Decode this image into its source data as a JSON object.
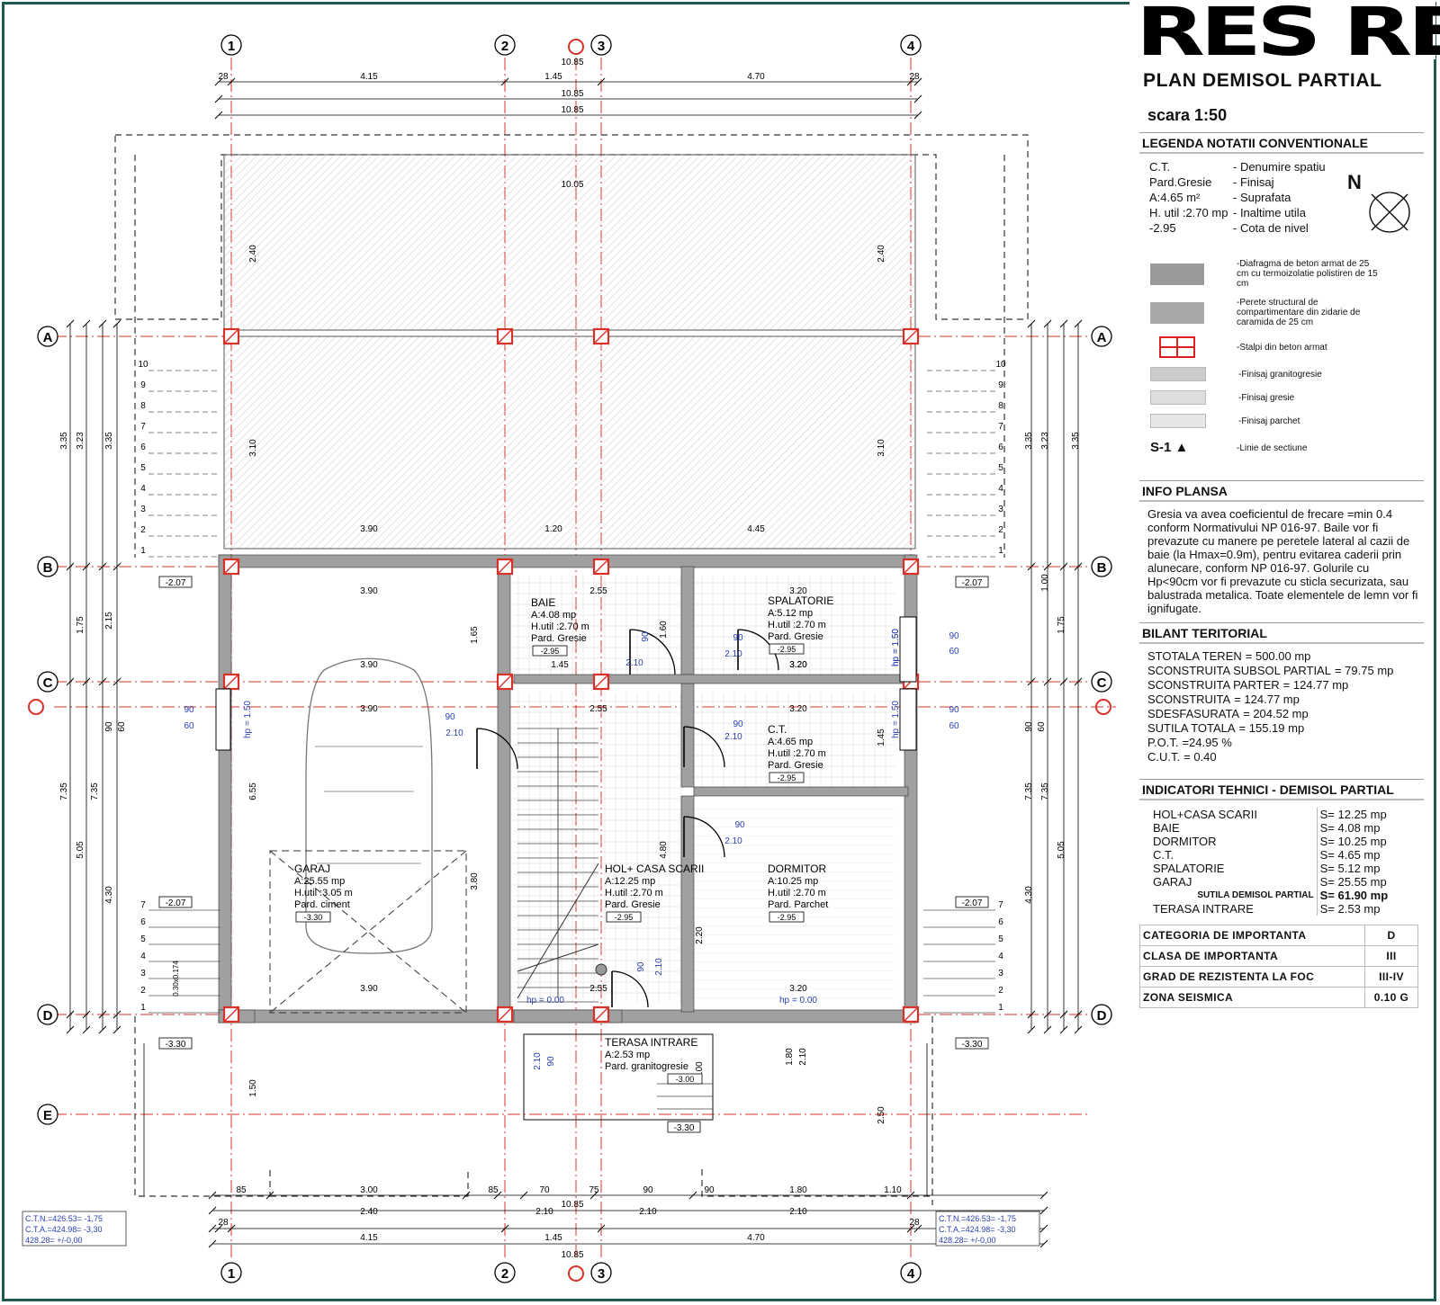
{
  "sheet": {
    "brand": "RES REI",
    "title": "PLAN DEMISOL PARTIAL",
    "scale": "scara 1:50",
    "legend_title": "LEGENDA NOTATII CONVENTIONALE",
    "legend_rows": [
      {
        "k": "C.T.",
        "v": "- Denumire spatiu"
      },
      {
        "k": "Pard.Gresie",
        "v": "- Finisaj"
      },
      {
        "k": "A:4.65 m²",
        "v": "- Suprafata"
      },
      {
        "k": "H. util :2.70 mp",
        "v": "- Inaltime utila"
      },
      {
        "k": "-2.95",
        "v": "- Cota de nivel"
      }
    ],
    "north": "N",
    "legend_symbols": [
      {
        "label": "-Diafragma de beton armat de 25 cm cu termoizolatie polistiren de 15 cm",
        "color": "#9a9a9a"
      },
      {
        "label": "-Perete structural de compartimentare din zidarie de caramida de 25 cm",
        "color": "#a8a8a8"
      },
      {
        "label": "-Stalpi din beton armat",
        "color": "#e02020"
      },
      {
        "label": "-Finisaj granitogresie",
        "color": "#cccccc"
      },
      {
        "label": "-Finisaj gresie",
        "color": "#dddddd"
      },
      {
        "label": "-Finisaj parchet",
        "color": "#e6e6e6"
      },
      {
        "label": "-Linie de sectiune",
        "color": "#000000",
        "tag": "S-1"
      }
    ],
    "info_title": "INFO PLANSA",
    "info_text": "Gresia va avea coeficientul de frecare =min 0.4 conform Normativului NP 016-97. Baile vor fi prevazute cu manere pe peretele lateral al cazii de baie (la Hmax=0.9m), pentru evitarea caderii prin alunecare, conform NP 016-97. Golurile cu Hp<90cm vor fi prevazute cu sticla securizata, sau balustrada metalica. Toate elementele de lemn vor fi ignifugate.",
    "bilant_title": "BILANT TERITORIAL",
    "bilant": [
      {
        "k": "STOTALA TEREN",
        "v": "= 500.00 mp"
      },
      {
        "k": "SCONSTRUITA SUBSOL PARTIAL",
        "v": "= 79.75 mp"
      },
      {
        "k": "SCONSTRUITA PARTER",
        "v": "= 124.77 mp"
      },
      {
        "k": "SCONSTRUITA",
        "v": "= 124.77 mp"
      },
      {
        "k": "SDESFASURATA",
        "v": "= 204.52 mp"
      },
      {
        "k": "SUTILA TOTALA",
        "v": "= 155.19 mp"
      },
      {
        "k": "P.O.T.",
        "v": "=24.95 %"
      },
      {
        "k": "C.U.T.",
        "v": "= 0.40"
      }
    ],
    "indicatori_title": "INDICATORI TEHNICI - DEMISOL PARTIAL",
    "indicatori": [
      {
        "k": "HOL+CASA SCARII",
        "v": "S= 12.25 mp"
      },
      {
        "k": "BAIE",
        "v": "S= 4.08 mp"
      },
      {
        "k": "DORMITOR",
        "v": "S= 10.25 mp"
      },
      {
        "k": "C.T.",
        "v": "S= 4.65 mp"
      },
      {
        "k": "SPALATORIE",
        "v": "S= 5.12 mp"
      },
      {
        "k": "GARAJ",
        "v": "S= 25.55 mp"
      },
      {
        "k": "SUTILA DEMISOL PARTIAL",
        "v": "S= 61.90 mp",
        "total": true
      },
      {
        "k": "TERASA INTRARE",
        "v": "S= 2.53 mp"
      }
    ],
    "categorii": [
      {
        "k": "CATEGORIA DE IMPORTANTA",
        "v": "D"
      },
      {
        "k": "CLASA DE IMPORTANTA",
        "v": "III"
      },
      {
        "k": "GRAD DE REZISTENTA LA FOC",
        "v": "III-IV"
      },
      {
        "k": "ZONA SEISMICA",
        "v": "0.10 G"
      }
    ]
  },
  "plan": {
    "axes_x": [
      "1",
      "2",
      "3",
      "4"
    ],
    "axes_y": [
      "A",
      "B",
      "C",
      "D",
      "E"
    ],
    "top_dims": [
      "28",
      "4.15",
      "1.45",
      "4.70",
      "28",
      "10.85",
      "10.85",
      "10.85"
    ],
    "bottom_dims": [
      "85",
      "3.00",
      "2.40",
      "85",
      "70",
      "2.10",
      "75",
      "90",
      "2.10",
      "90",
      "1.80",
      "2.10",
      "1.10",
      "10.85",
      "28",
      "4.15",
      "1.45",
      "4.70",
      "28",
      "10.85"
    ],
    "rooms": [
      {
        "name": "BAIE",
        "area": "A:4.08 mp",
        "h": "H.util :2.70 m",
        "fin": "Pard. Gresie",
        "lvl": "-2.95"
      },
      {
        "name": "SPALATORIE",
        "area": "A:5.12 mp",
        "h": "H.util :2.70 m",
        "fin": "Pard. Gresie",
        "lvl": "-2.95"
      },
      {
        "name": "C.T.",
        "area": "A:4.65 mp",
        "h": "H.util :2.70 m",
        "fin": "Pard. Gresie",
        "lvl": "-2.95"
      },
      {
        "name": "GARAJ",
        "area": "A:25.55 mp",
        "h": "H.util :3.05 m",
        "fin": "Pard. ciment",
        "lvl": "-3.30"
      },
      {
        "name": "HOL+ CASA SCARII",
        "area": "A:12.25 mp",
        "h": "H.util :2.70 m",
        "fin": "Pard. Gresie",
        "lvl": "-2.95"
      },
      {
        "name": "DORMITOR",
        "area": "A:10.25 mp",
        "h": "H.util :2.70 m",
        "fin": "Pard. Parchet",
        "lvl": "-2.95"
      },
      {
        "name": "TERASA INTRARE",
        "area": "A:2.53 mp",
        "h": "",
        "fin": "Pard. granitogresie",
        "lvl": "-3.00"
      }
    ],
    "levels": [
      "-2.07",
      "-2.07",
      "-2.07",
      "-2.07",
      "-3.30",
      "-3.30",
      "-3.30"
    ],
    "interior_dims": [
      "10.05",
      "2.40",
      "2.40",
      "3.10",
      "3.10",
      "3.90",
      "1.20",
      "4.45",
      "3.90",
      "2.55",
      "3.20",
      "3.90",
      "1.45",
      "3.20",
      "3.90",
      "2.55",
      "3.20",
      "6.55",
      "3.80",
      "4.80",
      "3.20",
      "3.90",
      "2.55",
      "3.20",
      "1.65",
      "1.60",
      "1.45",
      "1.00",
      "2.20",
      "1.50",
      "2.50",
      "1.80",
      "2.10"
    ],
    "side_dims_left": [
      "3.35",
      "3.23",
      "3.35",
      "1.75",
      "2.15",
      "7.35",
      "7.35",
      "5.05",
      "4.30",
      "90",
      "60"
    ],
    "side_dims_right": [
      "3.35",
      "3.23",
      "3.35",
      "1.75",
      "7.35",
      "7.35",
      "5.05",
      "4.30",
      "90",
      "60",
      "1.00"
    ],
    "hp_labels": [
      "hp = 1.50",
      "hp = 1.50",
      "hp = 1.50",
      "hp = 1.50",
      "hp = 0.00",
      "hp = 0.00"
    ],
    "window_dims": [
      "90",
      "60",
      "90",
      "60",
      "90",
      "60",
      "90",
      "60"
    ],
    "door_dims": [
      "90",
      "2.10",
      "90",
      "2.10",
      "90",
      "2.10",
      "90",
      "2.10",
      "90",
      "2.10",
      "90",
      "2.10",
      "90",
      "2.10"
    ],
    "stairs_left": [
      "10",
      "9",
      "8",
      "7",
      "6",
      "5",
      "4",
      "3",
      "2",
      "1"
    ],
    "stairs_right": [
      "10",
      "9",
      "8",
      "7",
      "6",
      "5",
      "4",
      "3",
      "2",
      "1"
    ],
    "stairs_bottom_left": [
      "7",
      "6",
      "5",
      "4",
      "3",
      "2",
      "1"
    ],
    "stairs_bottom_right": [
      "7",
      "6",
      "5",
      "4",
      "3",
      "2",
      "1"
    ],
    "ctn_left": [
      "C.T.N.=426.53= -1,75",
      "C.T.A.=424.98= -3,30",
      "428.28= +/-0,00"
    ],
    "ctn_right": [
      "C.T.N.=426.53= -1,75",
      "C.T.A.=424.98= -3,30",
      "428.28= +/-0,00"
    ],
    "stair_small": "0.30x0.174"
  },
  "colors": {
    "axis_red": "#d9302a",
    "dim_blue": "#2a3fb0",
    "frame_green": "#1e5a4e",
    "wall_gray": "#a0a0a0"
  }
}
